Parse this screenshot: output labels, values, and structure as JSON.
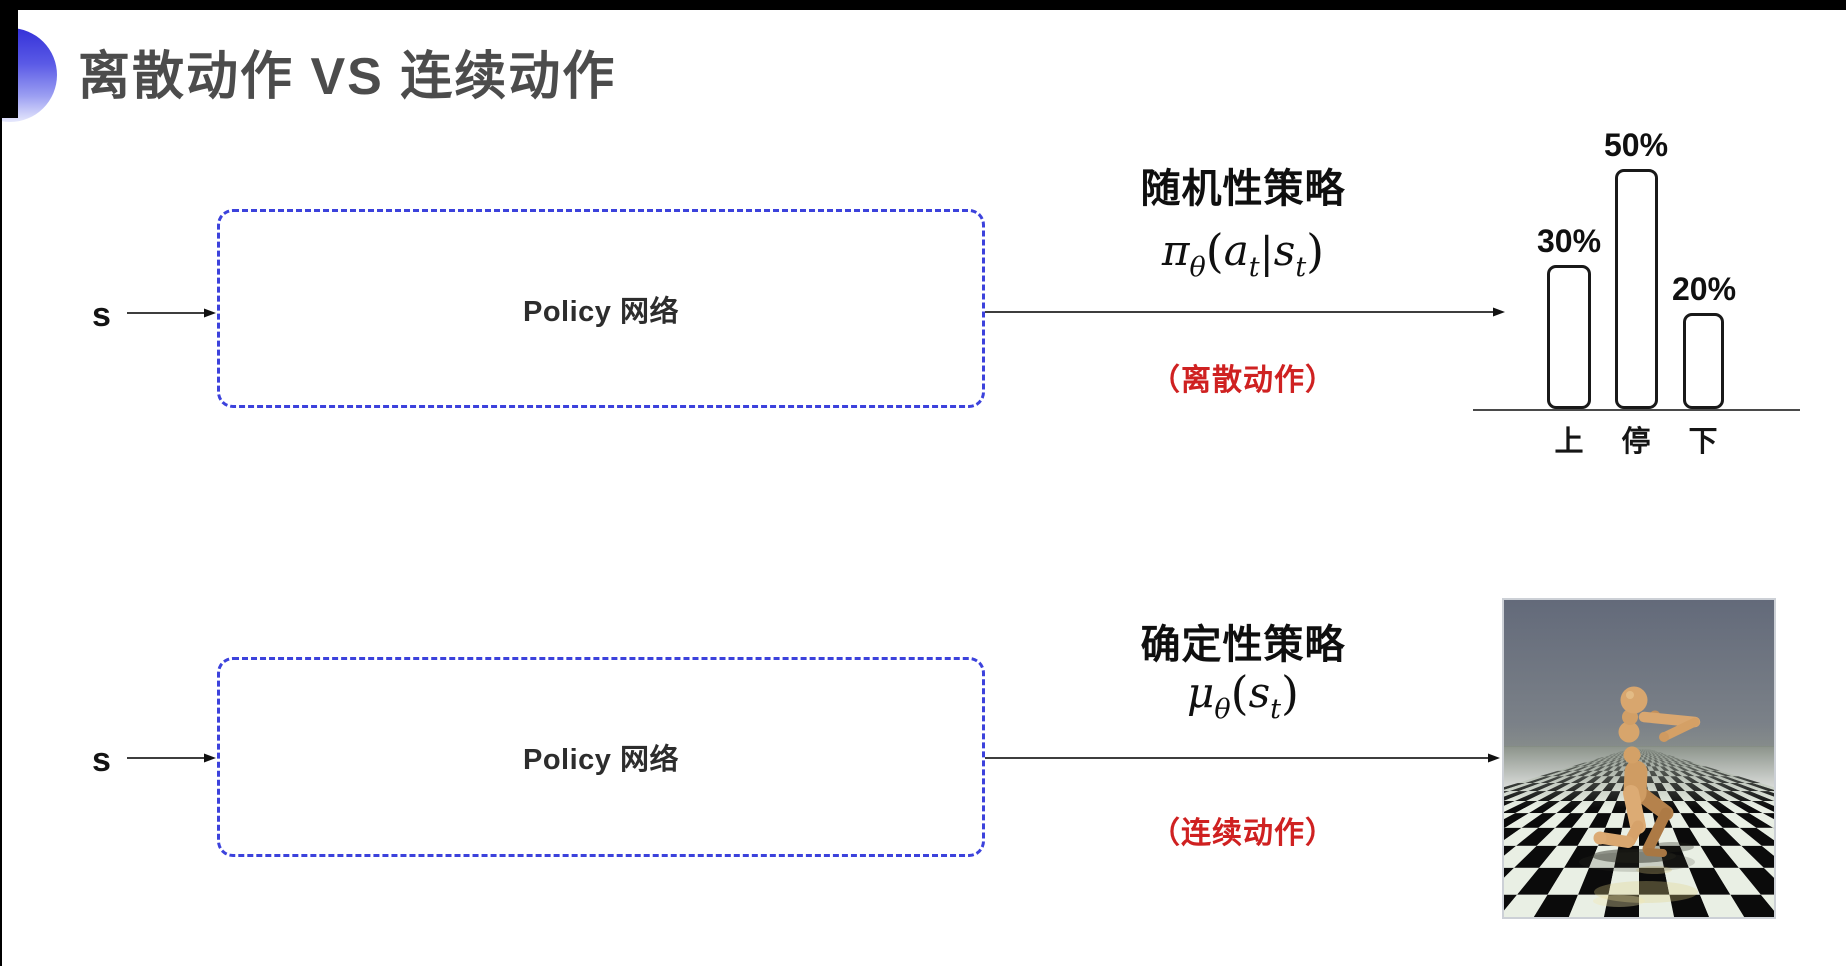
{
  "slide": {
    "title": "离散动作 VS 连续动作",
    "accent_blue": "#3c42dc",
    "note_red": "#cf2121"
  },
  "rows": [
    {
      "input_label": "s",
      "box_label": "Policy 网络",
      "policy_type": "随机性策略",
      "formula_text": "πθ(at|st)",
      "formula": [
        "π",
        "θ",
        "(",
        "a",
        "t",
        "|",
        "s",
        "t",
        ")"
      ],
      "action_note": "（离散动作）",
      "output": "action-probability-bar-chart"
    },
    {
      "input_label": "s",
      "box_label": "Policy 网络",
      "policy_type": "确定性策略",
      "formula_text": "μθ(st)",
      "formula": [
        "μ",
        "θ",
        "(",
        "s",
        "t",
        ")"
      ],
      "action_note": "（连续动作）",
      "output": "humanoid-simulation-image"
    }
  ],
  "chart_data": {
    "type": "bar",
    "categories": [
      "上",
      "停",
      "下"
    ],
    "values": [
      30,
      50,
      20
    ],
    "value_labels": [
      "30%",
      "50%",
      "20%"
    ],
    "title": "",
    "xlabel": "",
    "ylabel": "",
    "ylim": [
      0,
      60
    ],
    "grid": false,
    "legend": "none",
    "bar_style": "white fill, black rounded outline"
  }
}
